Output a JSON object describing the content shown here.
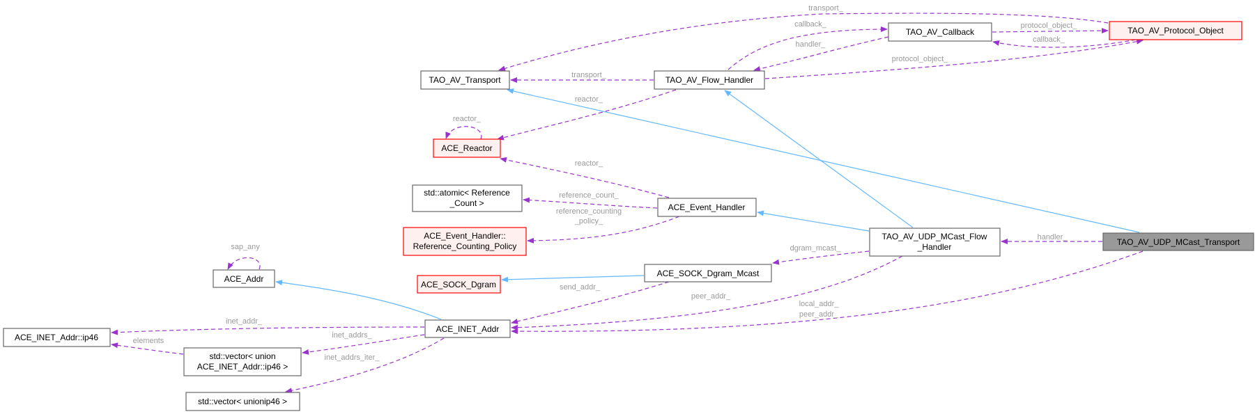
{
  "colors": {
    "composition_edge": "#9a32cd",
    "inheritance_edge": "#63b8ff",
    "undocumented_border": "#ff0000",
    "current_node_fill": "#999999"
  },
  "nodes": {
    "protocol_object": "TAO_AV_Protocol_Object",
    "callback": "TAO_AV_Callback",
    "transport": "TAO_AV_Transport",
    "flow_handler": "TAO_AV_Flow_Handler",
    "reactor": "ACE_Reactor",
    "atomic": [
      "std::atomic< Reference",
      "_Count >"
    ],
    "event_handler": "ACE_Event_Handler",
    "ref_policy": [
      "ACE_Event_Handler::",
      "Reference_Counting_Policy"
    ],
    "udp_flow_handler": [
      "TAO_AV_UDP_MCast_Flow",
      "_Handler"
    ],
    "udp_transport": "TAO_AV_UDP_MCast_Transport",
    "ace_addr": "ACE_Addr",
    "sock_dgram": "ACE_SOCK_Dgram",
    "sock_dgram_mcast": "ACE_SOCK_Dgram_Mcast",
    "inet_addr": "ACE_INET_Addr",
    "ip46": "ACE_INET_Addr::ip46",
    "vector_union": [
      "std::vector< union",
      "ACE_INET_Addr::ip46 >"
    ],
    "vector_unionip46": "std::vector< unionip46 >"
  },
  "edge_labels": {
    "transport_top": "transport_",
    "callback_fh": "callback_",
    "handler_cb": "handler_",
    "protocol_object_cb": "protocol_object_",
    "callback_po": "callback_",
    "protocol_object_fh": "protocol_object_",
    "transport_fh": "transport_",
    "reactor_fh": "reactor_",
    "reactor_self": "reactor_",
    "reactor_eh": "reactor_",
    "reference_count": "reference_count_",
    "reference_counting_policy": [
      "reference_counting",
      "_policy_"
    ],
    "handler_udp": "handler_",
    "dgram_mcast": "dgram_mcast_",
    "send_addr": "send_addr_",
    "peer_addr": "peer_addr_",
    "local_peer_addr": [
      "local_addr_",
      "peer_addr_"
    ],
    "sap_any": "sap_any",
    "inet_addr": "inet_addr_",
    "inet_addrs": "inet_addrs_",
    "elements": "elements",
    "inet_addrs_iter": "inet_addrs_iter_"
  }
}
